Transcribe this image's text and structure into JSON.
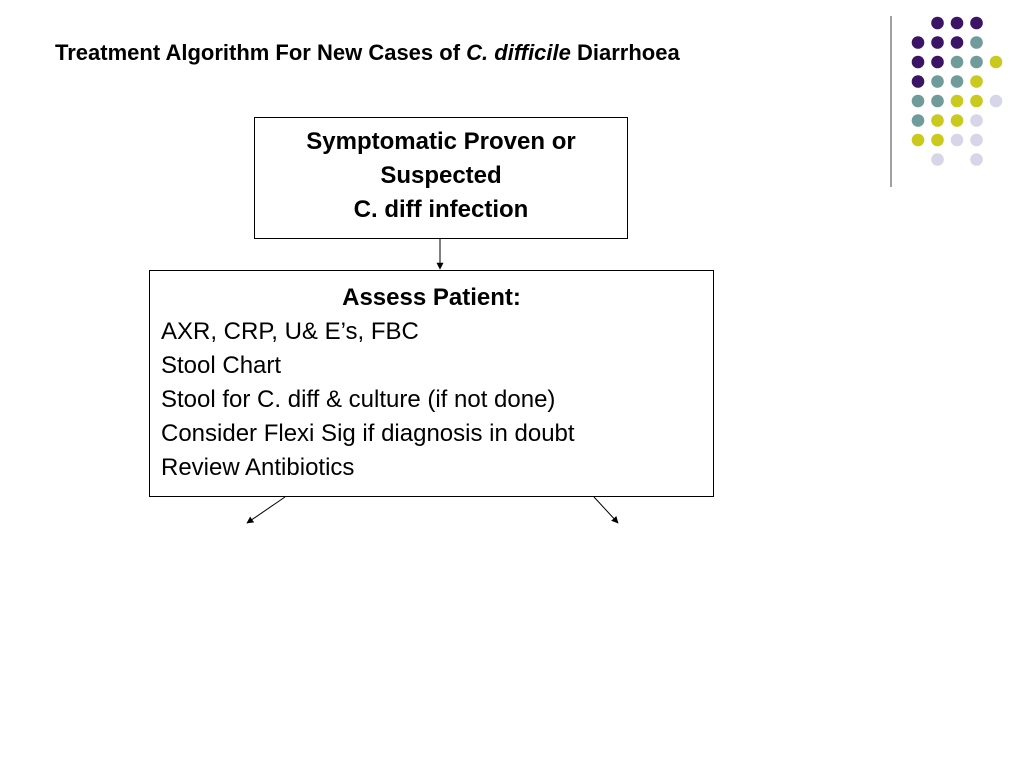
{
  "title": {
    "part1": "Treatment Algorithm For New Cases of ",
    "italic": "C. difficile",
    "part2": " Diarrhoea"
  },
  "top_box": {
    "lines": [
      "Symptomatic Proven or",
      "Suspected",
      "C. diff infection"
    ]
  },
  "assess_box": {
    "heading": "Assess Patient:",
    "items": [
      "AXR, CRP, U& E’s, FBC",
      "Stool Chart",
      "Stool for C. diff & culture (if not done)",
      "Consider Flexi Sig if diagnosis in doubt",
      "Review Antibiotics"
    ]
  },
  "colors": {
    "purple": "#3b1466",
    "teal": "#6f9b9b",
    "yellow": "#c9c91e",
    "lavender": "#d6d6e8",
    "divider": "#808080"
  }
}
